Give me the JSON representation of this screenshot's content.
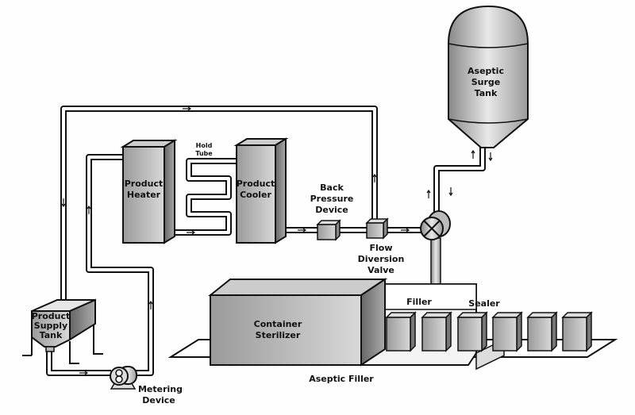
{
  "labels": {
    "surge_tank": [
      "Aseptic",
      "Surge",
      "Tank"
    ],
    "heater": [
      "Product",
      "Heater"
    ],
    "hold_tube": [
      "Hold",
      "Tube"
    ],
    "cooler": [
      "Product",
      "Cooler"
    ],
    "back_pressure": [
      "Back",
      "Pressure",
      "Device"
    ],
    "flow_diversion": [
      "Flow",
      "Diversion",
      "Valve"
    ],
    "filler": "Filler",
    "sealer": "Sealer",
    "sterilizer": [
      "Container",
      "Sterilizer"
    ],
    "aseptic_filler": "Aseptic Filler",
    "supply_tank": [
      "Product",
      "Supply",
      "Tank"
    ],
    "metering": [
      "Metering",
      "Device"
    ]
  }
}
